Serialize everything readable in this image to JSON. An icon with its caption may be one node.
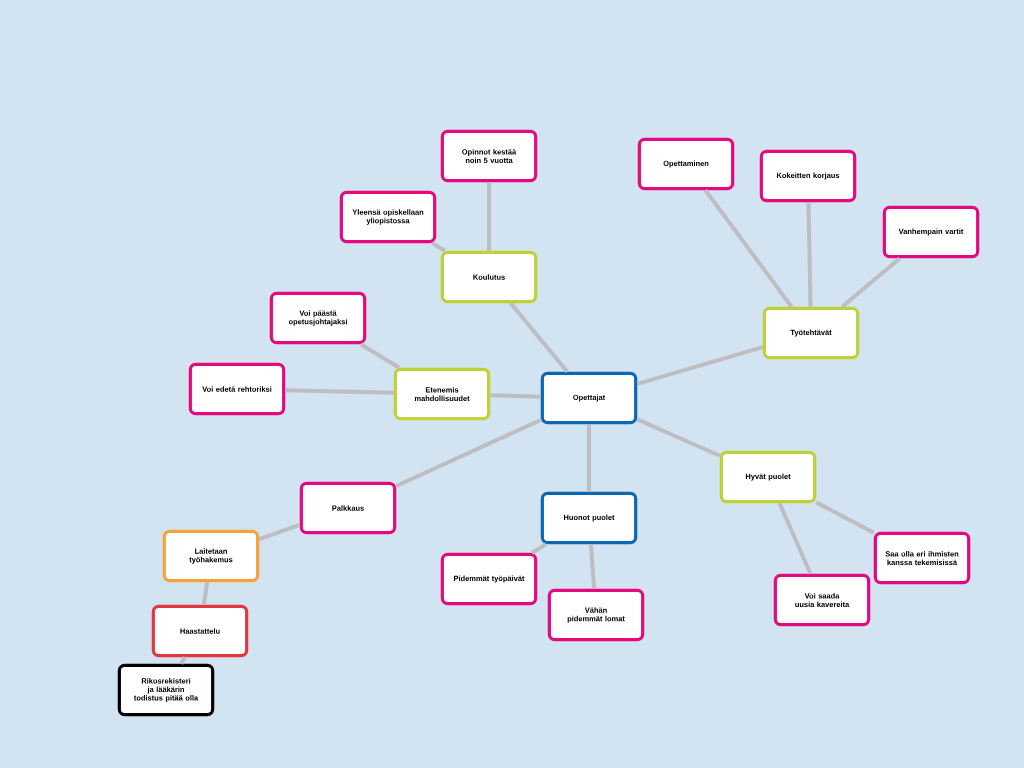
{
  "diagram": {
    "nodes": [
      {
        "text": [
          "Opettajat"
        ]
      },
      {
        "text": [
          "Koulutus"
        ]
      },
      {
        "text": [
          "Opinnot kestää noin 5 vuotta"
        ]
      },
      {
        "text": [
          "Yleensä opiskellaan yliopistossa"
        ]
      },
      {
        "text": [
          "Etenemis mahdollisuudet"
        ]
      },
      {
        "text": [
          "Voi päästä opetusjohtajaksi"
        ]
      },
      {
        "text": [
          "Voi edetä rehtoriksi"
        ]
      },
      {
        "text": [
          "Työtehtävät"
        ]
      },
      {
        "text": [
          "Opettaminen"
        ]
      },
      {
        "text": [
          "Kokeitten korjaus"
        ]
      },
      {
        "text": [
          "Vanhempain vartit"
        ]
      },
      {
        "text": [
          "Hyvät puolet"
        ]
      },
      {
        "text": [
          "Saa olla eri ihmisten kanssa tekemisissä"
        ]
      },
      {
        "text": [
          "Voi saada uusia kavereita"
        ]
      },
      {
        "text": [
          "Huonot puolet"
        ]
      },
      {
        "text": [
          "Pidemmät työpäivät"
        ]
      },
      {
        "text": [
          "Vähän pidemmät lomat"
        ]
      },
      {
        "text": [
          "Palkkaus"
        ]
      },
      {
        "text": [
          "Laitetaan työhakemus"
        ]
      },
      {
        "text": [
          "Haastattelu"
        ]
      },
      {
        "text": [
          "Rikosrekisteri ja lääkärin todistus pitää olla"
        ]
      }
    ],
    "edges": [
      {
        "from": 0,
        "to": 1,
        "arrow": "none"
      },
      {
        "from": 1,
        "to": 2,
        "arrow": "none"
      },
      {
        "from": 1,
        "to": 3,
        "arrow": "none"
      },
      {
        "from": 0,
        "to": 4,
        "arrow": "none"
      },
      {
        "from": 4,
        "to": 5,
        "arrow": "none"
      },
      {
        "from": 4,
        "to": 6,
        "arrow": "none"
      },
      {
        "from": 0,
        "to": 7,
        "arrow": "none"
      },
      {
        "from": 7,
        "to": 8,
        "arrow": "none"
      },
      {
        "from": 7,
        "to": 9,
        "arrow": "none"
      },
      {
        "from": 7,
        "to": 10,
        "arrow": "none"
      },
      {
        "from": 0,
        "to": 11,
        "arrow": "none"
      },
      {
        "from": 11,
        "to": 12,
        "arrow": "none"
      },
      {
        "from": 11,
        "to": 13,
        "arrow": "none"
      },
      {
        "from": 0,
        "to": 14,
        "arrow": "none"
      },
      {
        "from": 14,
        "to": 15,
        "arrow": "none"
      },
      {
        "from": 14,
        "to": 16,
        "arrow": "none"
      },
      {
        "from": 0,
        "to": 17,
        "arrow": "none"
      },
      {
        "from": 17,
        "to": 18,
        "arrow": "none"
      },
      {
        "from": 18,
        "to": 19,
        "arrow": "none"
      },
      {
        "from": 19,
        "to": 20,
        "arrow": "none"
      }
    ]
  }
}
